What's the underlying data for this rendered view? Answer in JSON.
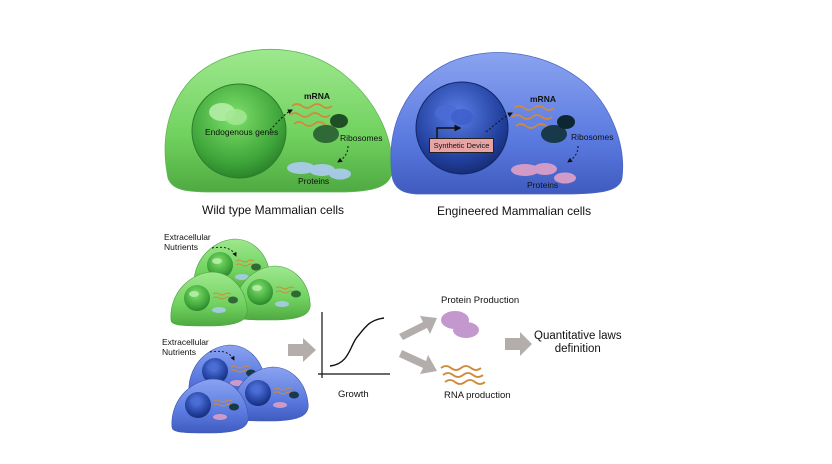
{
  "top": {
    "wild": {
      "caption": "Wild type Mammalian cells",
      "nucleus_label": "Endogenous genes",
      "mrna_label": "mRNA",
      "ribosomes_label": "Ribosomes",
      "proteins_label": "Proteins"
    },
    "engineered": {
      "caption": "Engineered Mammalian cells",
      "device_label": "Synthetic Device",
      "mrna_label": "mRNA",
      "ribosomes_label": "Ribosomes",
      "proteins_label": "Proteins"
    }
  },
  "bottom": {
    "nutrients_label_1": "Extracellular\nNutrients",
    "nutrients_label_2": "Extracellular\nNutrients",
    "growth_label": "Growth",
    "protein_production_label": "Protein Production",
    "rna_production_label": "RNA production",
    "quant_label": "Quantitative laws\ndefinition"
  },
  "colors": {
    "wild_cell": "#7ed86e",
    "engineered_cell": "#5f7fe0",
    "mrna": "#d08a3a",
    "ribosome_wild": "#2f6a36",
    "ribosome_eng": "#17394a",
    "protein_wild": "#a9cbe9",
    "protein_eng": "#d99ec8",
    "arrow": "#b3aeab",
    "protein_production": "#c398cf"
  }
}
